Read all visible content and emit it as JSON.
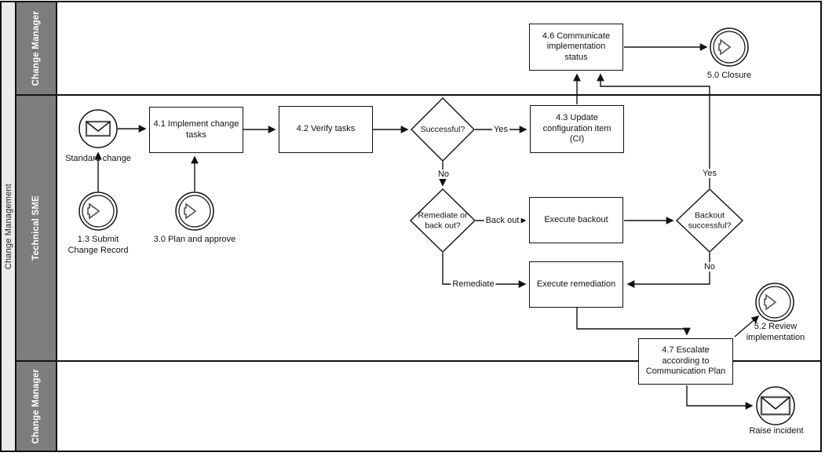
{
  "pool": {
    "label": "Change Management"
  },
  "lanes": [
    {
      "label": "Change Manager"
    },
    {
      "label": "Technical SME"
    },
    {
      "label": "Change Manager"
    }
  ],
  "nodes": {
    "start_standard_change": {
      "label": "Standard change",
      "type": "message-start-event"
    },
    "event_submit": {
      "label": "1.3 Submit\nChange Record",
      "type": "link-event"
    },
    "event_plan": {
      "label": "3.0 Plan and approve",
      "type": "link-event"
    },
    "task_41": {
      "label": "4.1 Implement change\ntasks"
    },
    "task_42": {
      "label": "4.2 Verify tasks"
    },
    "gw_successful": {
      "label": "Successful?"
    },
    "task_43": {
      "label": "4.3 Update\nconfiguration item\n(CI)"
    },
    "task_46": {
      "label": "4.6 Communicate\nimplementation\nstatus"
    },
    "event_closure": {
      "label": "5.0 Closure",
      "type": "link-event"
    },
    "gw_remediate_or_backout": {
      "label": "Remediate or\nback out?"
    },
    "task_execute_backout": {
      "label": "Execute backout"
    },
    "gw_backout_successful": {
      "label": "Backout\nsuccessful?"
    },
    "task_execute_remediation": {
      "label": "Execute remediation"
    },
    "task_47": {
      "label": "4.7 Escalate\naccording to\nCommunication Plan"
    },
    "event_review": {
      "label": "5.2 Review\nimplementation",
      "type": "link-event"
    },
    "event_raise_incident": {
      "label": "Raise incident",
      "type": "message-end-event"
    }
  },
  "edge_labels": {
    "successful_yes": "Yes",
    "successful_no": "No",
    "back_out": "Back out",
    "backout_yes": "Yes",
    "backout_no": "No",
    "remediate": "Remediate"
  },
  "colors": {
    "lane_header": "#7d7d7d",
    "pool_strip": "#ebebeb",
    "line": "#111111",
    "lane_label_text": "#ffffff"
  }
}
